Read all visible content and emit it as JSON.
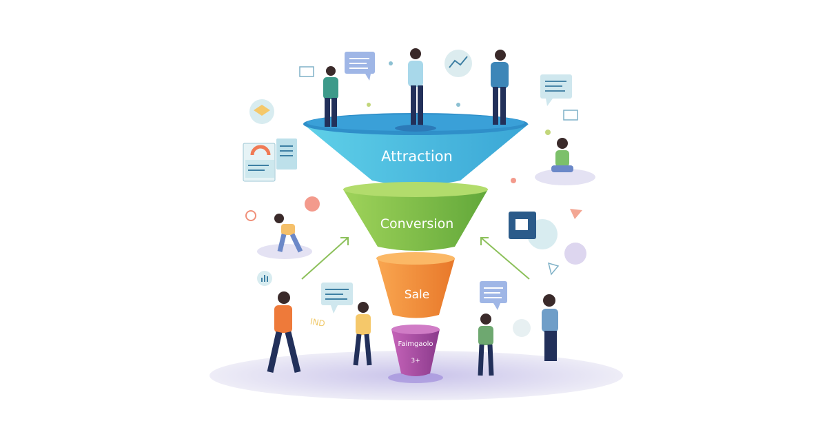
{
  "funnel": {
    "stages": [
      {
        "label": "Attraction",
        "color": "#4fc3e0"
      },
      {
        "label": "Conversion",
        "color": "#7cc04a"
      },
      {
        "label": "Sale",
        "color": "#f08a3a"
      },
      {
        "label": "Faimgaolo",
        "sublabel": "3+",
        "color": "#a14a9e"
      }
    ]
  },
  "annotation": {
    "scribble": "IND"
  }
}
